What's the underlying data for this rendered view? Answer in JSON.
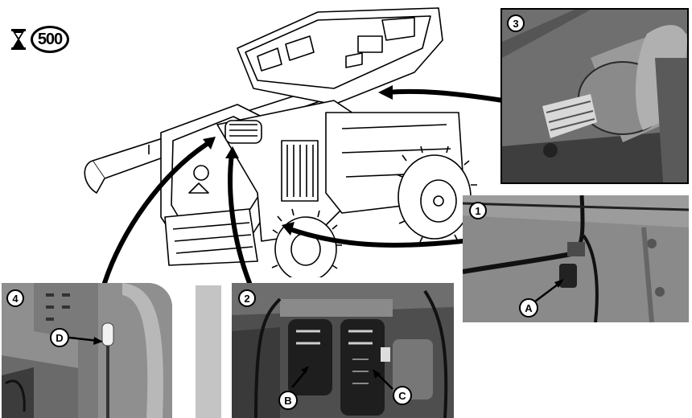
{
  "service_badge": {
    "interval": "500",
    "icon": "hourglass-icon"
  },
  "views": [
    {
      "number": "1",
      "callouts": [
        "A"
      ]
    },
    {
      "number": "2",
      "callouts": [
        "B",
        "C"
      ]
    },
    {
      "number": "3",
      "callouts": []
    },
    {
      "number": "4",
      "callouts": [
        "D"
      ]
    }
  ],
  "colors": {
    "photo_bg": "#8c8c8c",
    "line": "#000000",
    "frame": "#000000"
  }
}
